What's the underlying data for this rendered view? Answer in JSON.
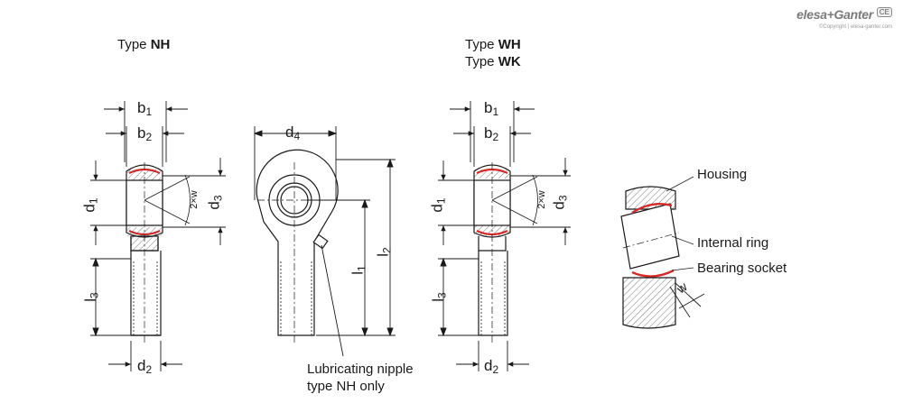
{
  "brand": {
    "name": "elesa+Ganter",
    "copyright": "©Copyright | elesa-ganter.com",
    "mark": "CE"
  },
  "types": {
    "left_prefix": "Type ",
    "left_code": "NH",
    "right_prefix1": "Type ",
    "right_code1": "WH",
    "right_prefix2": "Type ",
    "right_code2": "WK"
  },
  "dims": {
    "b": "b",
    "d": "d",
    "l": "l",
    "s1": "1",
    "s2": "2",
    "s3": "3",
    "s4": "4",
    "w2": "2×w",
    "w": "w"
  },
  "notes": {
    "nipple_line1": "Lubricating nipple",
    "nipple_line2": "type NH only",
    "housing": "Housing",
    "internal_ring": "Internal ring",
    "bearing_socket": "Bearing socket"
  },
  "colors": {
    "line": "#1a1a1a",
    "hatch": "#555555",
    "bearing": "#d42a2a",
    "body": "#ffffff"
  }
}
